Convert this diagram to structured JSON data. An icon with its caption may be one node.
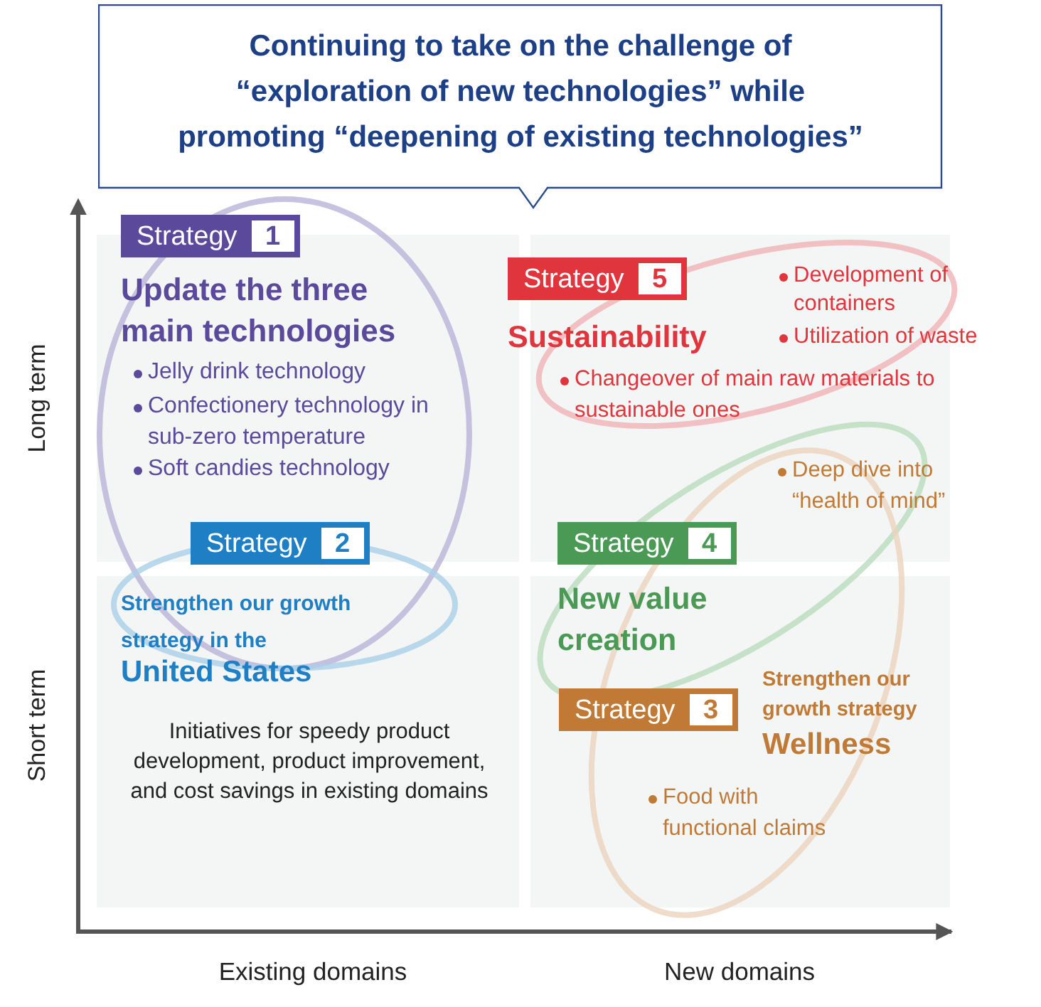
{
  "diagram": {
    "nodes": [
      {
        "text": [
          "Continuing to take on the challenge of “exploration of new technologies” while promoting “deepening of existing technologies”"
        ]
      },
      {
        "text": [
          "Strategy",
          "1"
        ]
      },
      {
        "text": [
          "Strategy",
          "5"
        ]
      },
      {
        "text": [
          "Strategy",
          "2"
        ]
      },
      {
        "text": [
          "Strategy",
          "4"
        ]
      },
      {
        "text": [
          "Strategy",
          "3"
        ]
      }
    ],
    "edges": [],
    "labels": [
      "Update the three main technologies",
      "Jelly drink technology",
      "Confectionery technology in sub-zero temperature",
      "Soft candies technology",
      "Sustainability",
      "Development of containers",
      "Utilization of waste",
      "Changeover of main raw materials to sustainable ones",
      "Deep dive into “health of mind”",
      "Strengthen our growth strategy in the",
      "United States",
      "New value creation",
      "Strengthen our growth strategy",
      "Wellness",
      "Initiatives for speedy product development, product improvement, and cost savings in existing domains",
      "Food with functional claims",
      "Long term",
      "Short term",
      "Existing domains",
      "New domains"
    ]
  }
}
